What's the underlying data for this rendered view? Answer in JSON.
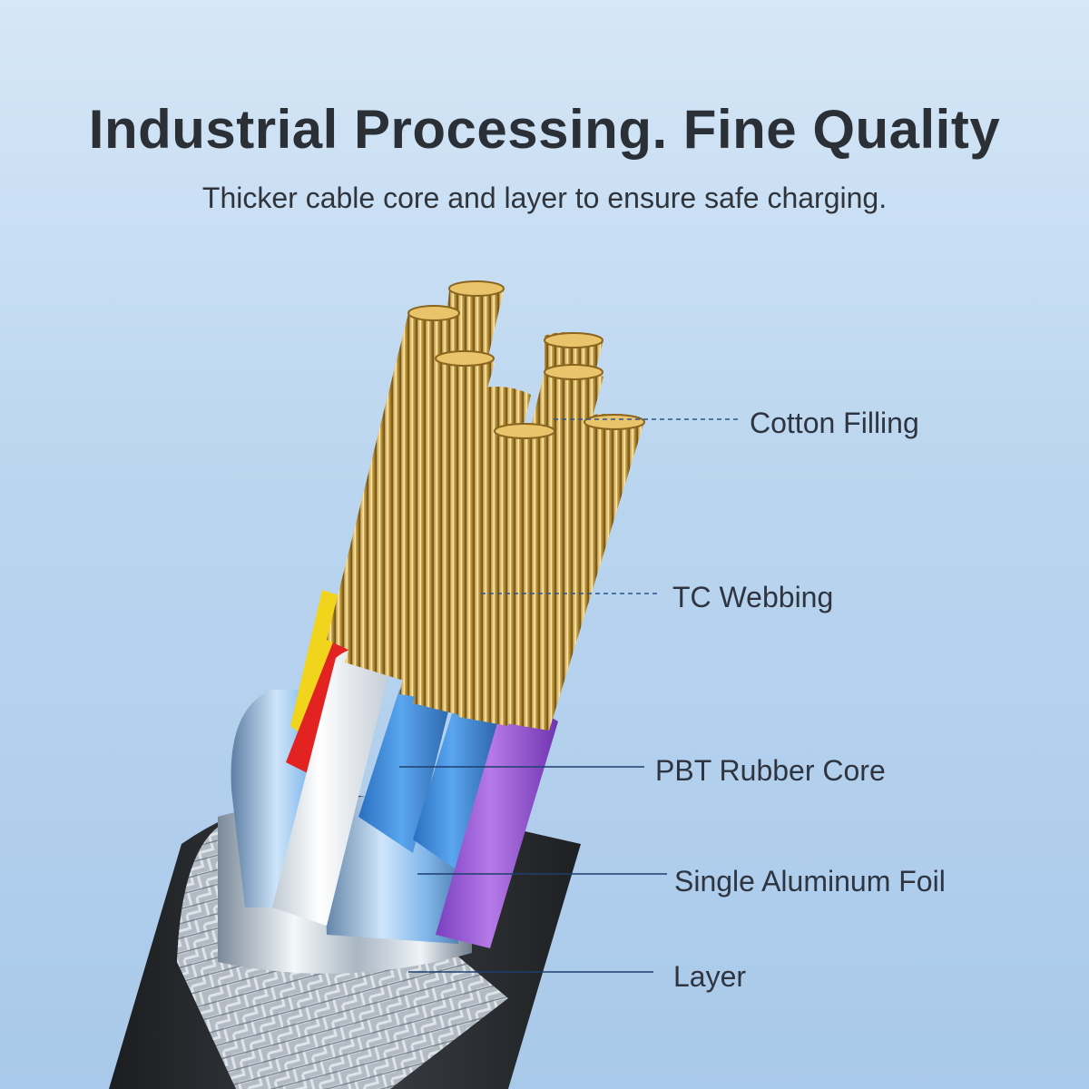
{
  "header": {
    "title": "Industrial Processing. Fine Quality",
    "subtitle": "Thicker cable core and layer to ensure safe charging."
  },
  "callouts": [
    {
      "label": "Cotton Filling"
    },
    {
      "label": "TC Webbing"
    },
    {
      "label": "PBT Rubber Core"
    },
    {
      "label": "Single Aluminum Foil"
    },
    {
      "label": "Layer"
    }
  ],
  "colors": {
    "background_top": "#d6e7f7",
    "background_bottom": "#a9c9ea",
    "copper": "#d9b45a",
    "jacket": "#2a2d31",
    "red_wire": "#e32222",
    "white_wire": "#f4f6f8",
    "blue_wire": "#3f8fdf",
    "purple_wire": "#9a58d8",
    "yellow_wire": "#f1d51c",
    "leader_line": "#2a5590"
  }
}
